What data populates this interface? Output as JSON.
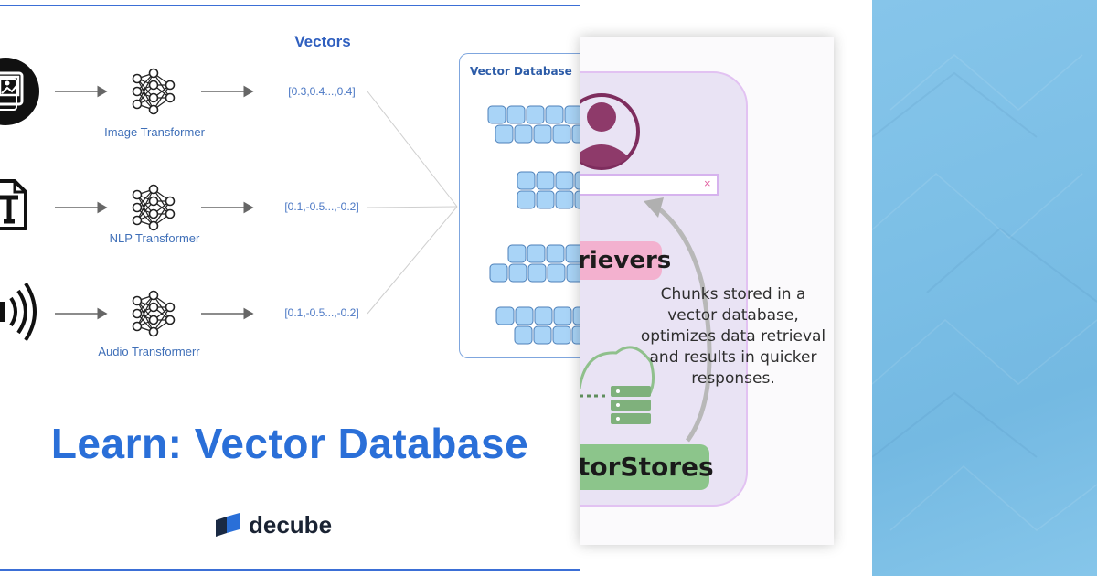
{
  "diagram": {
    "vectors_title": "Vectors",
    "transformers": [
      {
        "label": "Image Transformer",
        "vector": "[0.3,0.4...,0.4]",
        "input_icon": "image-file-icon"
      },
      {
        "label": "NLP Transformer",
        "vector": "[0.1,-0.5...,-0.2]",
        "input_icon": "text-file-icon"
      },
      {
        "label": "Audio Transformerr",
        "vector": "[0.1,-0.5...,-0.2]",
        "input_icon": "audio-waves-icon"
      }
    ],
    "vector_database_label": "Vector Database",
    "headline": "Learn: Vector Database",
    "brand": "decube"
  },
  "rag_panel": {
    "retrievers_label": "rievers",
    "vectorstores_label": "torStores",
    "chunks_text": "Chunks stored in a vector database, optimizes data retrieval and results in quicker responses.",
    "search_clear": "×"
  },
  "colors": {
    "accent_blue": "#2a6fd8",
    "retrievers_pink": "#f3b1cf",
    "vectorstores_green": "#8cc58b",
    "card_lavender": "#e9e3f4",
    "cell_blue": "#a9d4f7",
    "right_panel_blue": "#7cbfe6"
  }
}
